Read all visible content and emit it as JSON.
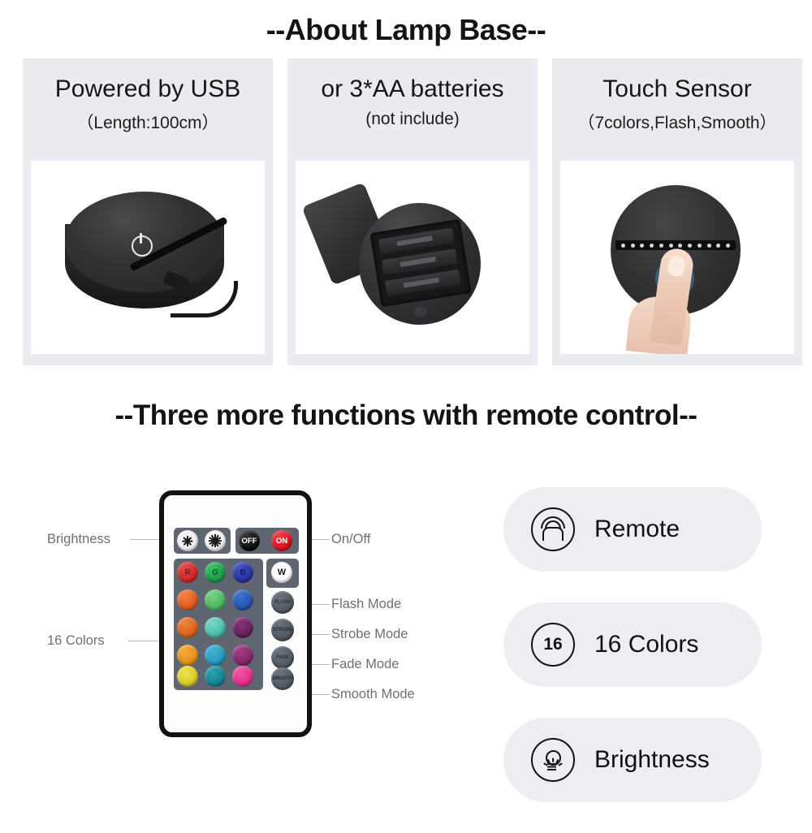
{
  "sections": {
    "lamp_base_title": "--About Lamp Base--",
    "remote_functions_title": "--Three more functions with remote control--"
  },
  "cards": [
    {
      "title": "Powered by USB",
      "subtitle": "（Length:100cm）",
      "photo_name": "usb-lamp-base-photo"
    },
    {
      "title": "or 3*AA batteries",
      "subtitle": "(not include)",
      "photo_name": "battery-compartment-photo"
    },
    {
      "title": "Touch Sensor",
      "subtitle": "（7colors,Flash,Smooth）",
      "photo_name": "touch-sensor-photo"
    }
  ],
  "remote": {
    "callouts_left": [
      {
        "label": "Brightness"
      },
      {
        "label": "16 Colors"
      }
    ],
    "callouts_right": [
      {
        "label": "On/Off"
      },
      {
        "label": "Flash Mode"
      },
      {
        "label": "Strobe Mode"
      },
      {
        "label": "Fade Mode"
      },
      {
        "label": "Smooth Mode"
      }
    ],
    "top_buttons": [
      {
        "label": "",
        "icon": "sun-small-icon",
        "name": "brightness-down-button",
        "color": "#f4f4f4"
      },
      {
        "label": "",
        "icon": "sun-large-icon",
        "name": "brightness-up-button",
        "color": "#f4f4f4"
      },
      {
        "label": "OFF",
        "name": "off-button",
        "color": "#0a0a0a"
      },
      {
        "label": "ON",
        "name": "on-button",
        "color": "#d60d17"
      }
    ],
    "rgbw_row": [
      {
        "label": "R",
        "color": "#d42f2f",
        "text_color": "#7d1414"
      },
      {
        "label": "G",
        "color": "#1ea04a",
        "text_color": "#0a5226"
      },
      {
        "label": "B",
        "color": "#2b36ab",
        "text_color": "#141a6b"
      },
      {
        "label": "W",
        "color": "#ffffff",
        "text_color": "#16181c"
      }
    ],
    "color_grid": [
      [
        "#e2622a",
        "#58c06a",
        "#2d61bd"
      ],
      [
        "#e0671f",
        "#5cc7b6",
        "#6e2a63"
      ],
      [
        "#eb9a22",
        "#2fa3c4",
        "#8e2f74"
      ],
      [
        "#e3d32e",
        "#1d8e9c",
        "#e83a93"
      ]
    ],
    "mode_buttons": [
      {
        "label": "FLASH",
        "name": "flash-mode-button"
      },
      {
        "label": "STROBE",
        "name": "strobe-mode-button"
      },
      {
        "label": "FADE",
        "name": "fade-mode-button"
      },
      {
        "label": "SMOOTH",
        "name": "smooth-mode-button"
      }
    ]
  },
  "features": [
    {
      "label": "Remote",
      "icon": "remote-signal-icon",
      "badge": ""
    },
    {
      "label": "16 Colors",
      "icon": "sixteen-circle-icon",
      "badge": "16"
    },
    {
      "label": "Brightness",
      "icon": "bulb-icon",
      "badge": ""
    }
  ],
  "colors": {
    "card_bg": "#e9ebee",
    "pill_bg": "#eceef1",
    "callout_text": "#6c7076",
    "page_bg": "#ffffff"
  }
}
